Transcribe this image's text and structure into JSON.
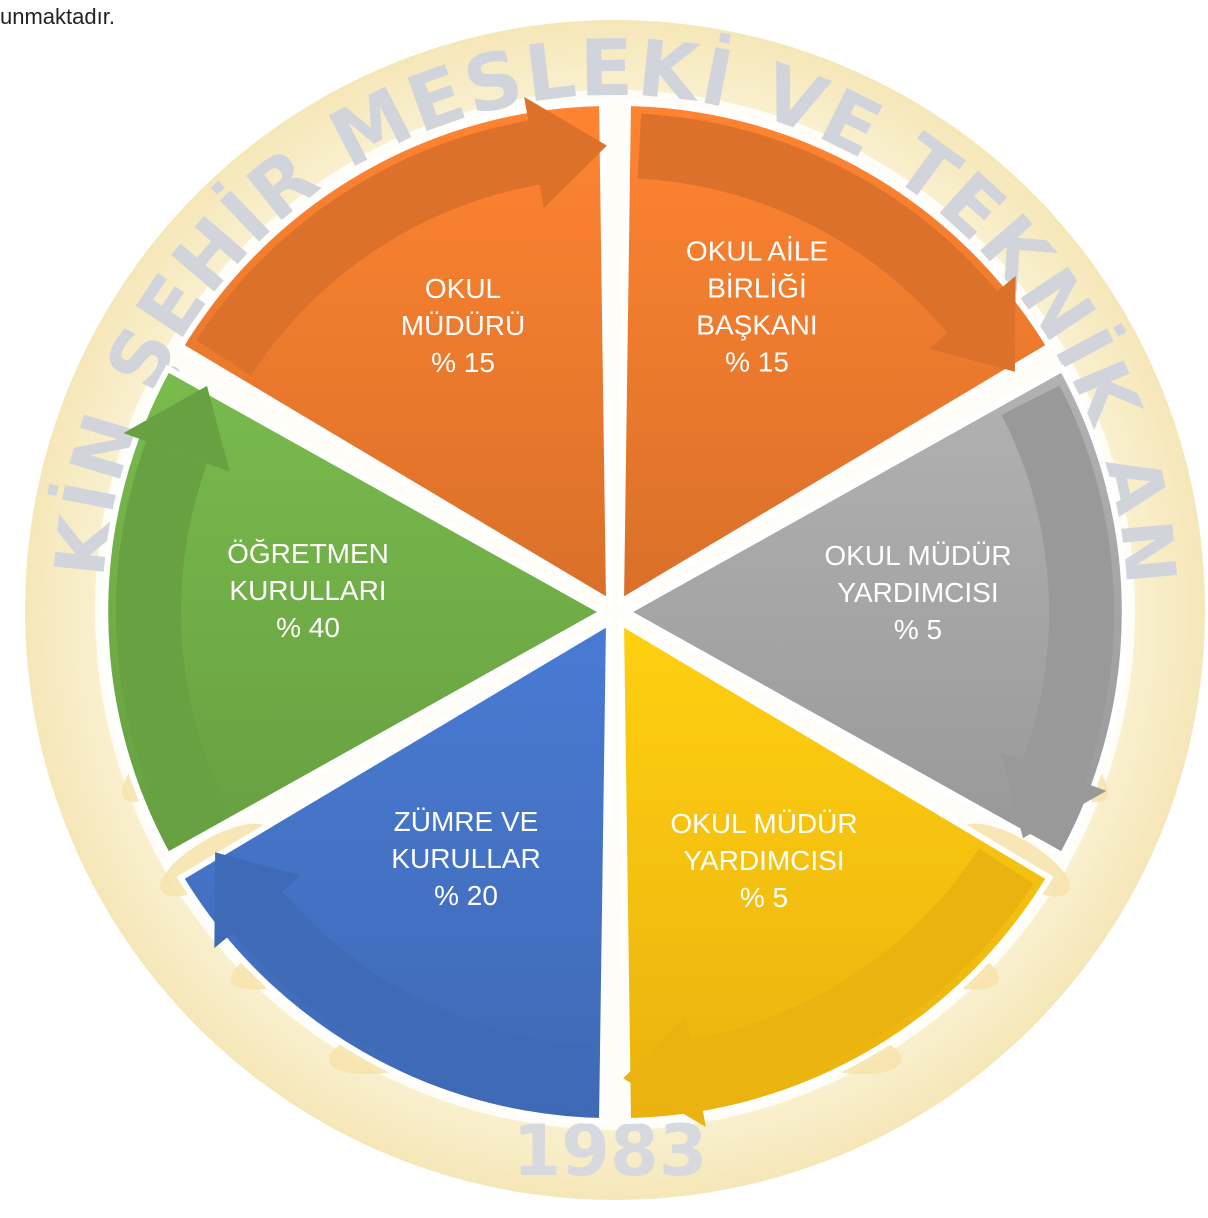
{
  "page": {
    "top_text": "unmaktadır."
  },
  "watermark": {
    "arc_text": "PERŞEMBE SAKİN ŞEHİR MESLEKİ VE TEKNİK ANADOLU LİSESİ",
    "year": "1983",
    "colors": {
      "ring": "#f6e8b4",
      "text": "#c9cdd4",
      "laurel": "#f3d48a"
    }
  },
  "segments": [
    {
      "lines": [
        "OKUL",
        "MÜDÜRÜ",
        "% 15"
      ],
      "color": "#ec7a2d",
      "text_color": "#ffffff"
    },
    {
      "lines": [
        "OKUL AİLE",
        "BİRLİĞİ",
        "BAŞKANI",
        "% 15"
      ],
      "color": "#ec7a2d",
      "text_color": "#ffffff"
    },
    {
      "lines": [
        "OKUL MÜDÜR",
        "YARDIMCISI",
        "% 5"
      ],
      "color": "#a5a5a5",
      "text_color": "#ffffff"
    },
    {
      "lines": [
        "OKUL MÜDÜR",
        "YARDIMCISI",
        "% 5"
      ],
      "color": "#fdc110",
      "text_color": "#ffffff"
    },
    {
      "lines": [
        "ZÜMRE VE",
        "KURULLAR",
        "% 20"
      ],
      "color": "#4472c4",
      "text_color": "#ffffff"
    },
    {
      "lines": [
        "ÖĞRETMEN",
        "KURULLARI",
        "% 40"
      ],
      "color": "#70ad47",
      "text_color": "#ffffff"
    }
  ]
}
